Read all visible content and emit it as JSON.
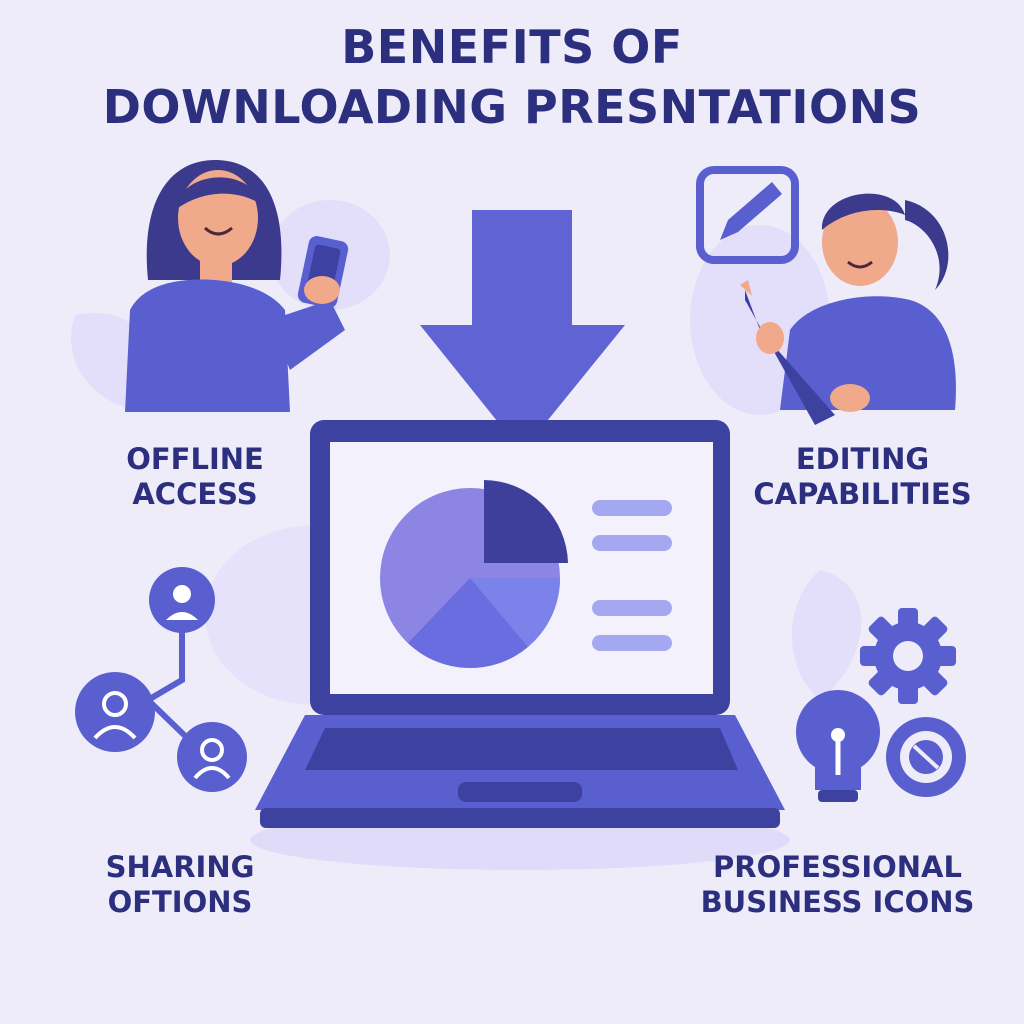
{
  "title": {
    "line1": "BENEFITS OF",
    "line2": "DOWNLOADING PRESNTATIONS"
  },
  "benefits": {
    "offline_access": {
      "line1": "OFFLINE",
      "line2": "ACCESS"
    },
    "editing_capabilities": {
      "line1": "EDITING",
      "line2": "CAPABILITIES"
    },
    "sharing_options": {
      "line1": "SHARING",
      "line2": "OFTIONS"
    },
    "professional_business_icons": {
      "line1": "PROFESSIONAL",
      "line2": "BUSINESS ICONS"
    }
  },
  "icons": [
    "download-arrow-icon",
    "laptop-icon",
    "pie-chart-icon",
    "pencil-icon",
    "network-users-icon",
    "gear-icon",
    "lightbulb-icon",
    "target-icon"
  ],
  "colors": {
    "background": "#efecfa",
    "title_text": "#2b2f7e",
    "primary_violet": "#5a5fd0",
    "dark_navy": "#3a3f9a",
    "skin": "#f0a98a",
    "hair": "#3b3a8c"
  }
}
